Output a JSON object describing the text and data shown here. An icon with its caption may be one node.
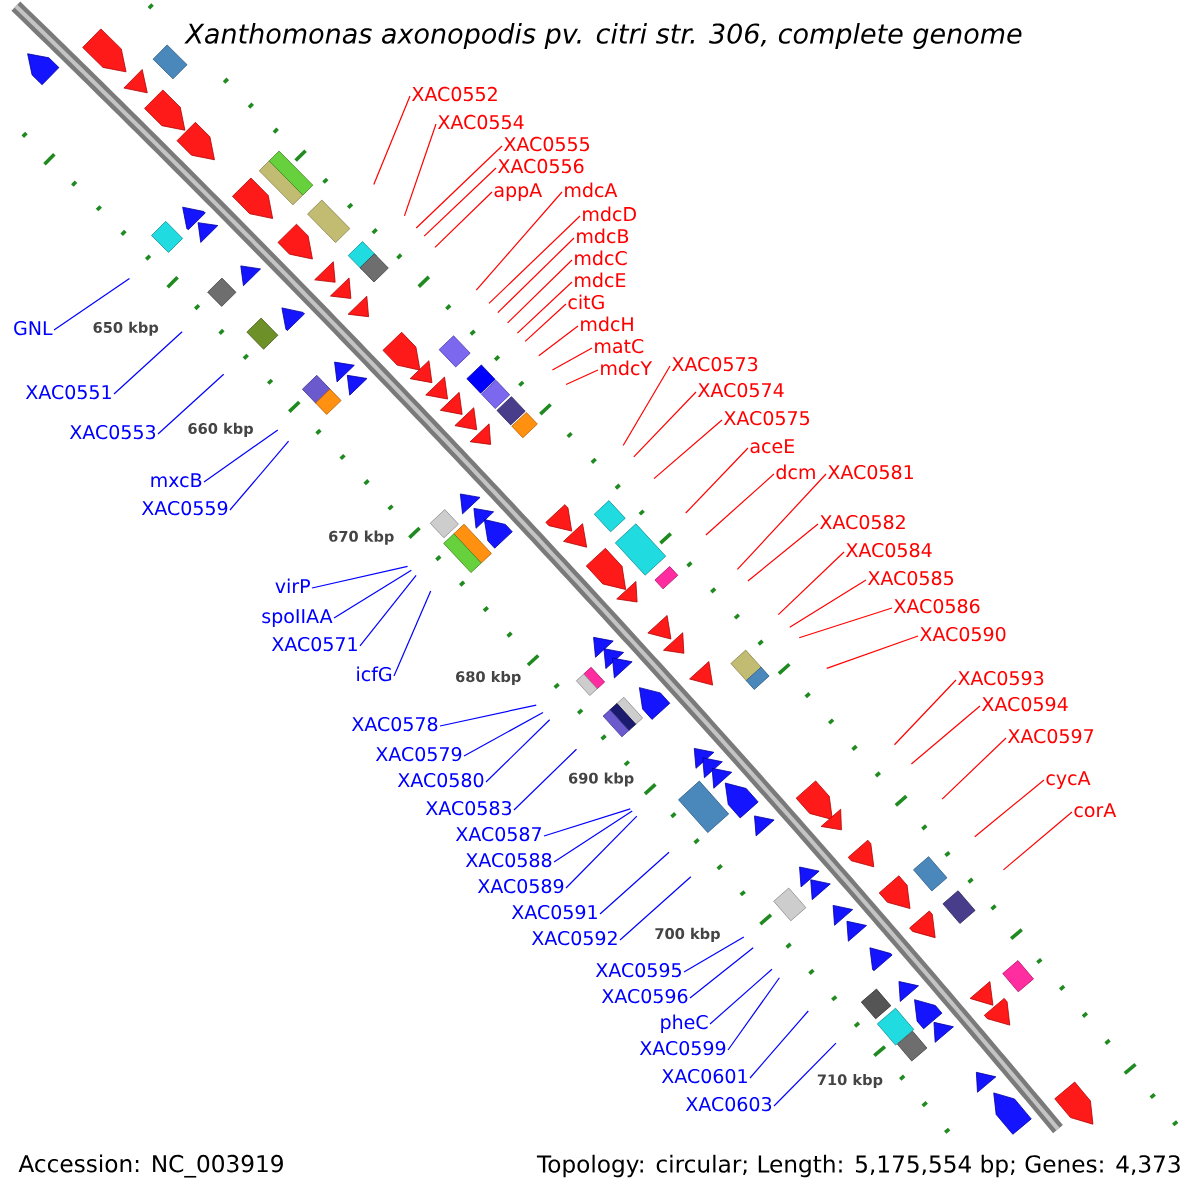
{
  "diagram": {
    "title": "Xanthomonas axonopodis pv. citri str. 306, complete genome",
    "nodes": [
      {
        "text": [
          "XAC0552"
        ]
      },
      {
        "text": [
          "XAC0554"
        ]
      },
      {
        "text": [
          "XAC0555"
        ]
      },
      {
        "text": [
          "XAC0556"
        ]
      },
      {
        "text": [
          "appA"
        ]
      },
      {
        "text": [
          "mdcA"
        ]
      },
      {
        "text": [
          "mdcD"
        ]
      },
      {
        "text": [
          "mdcB"
        ]
      },
      {
        "text": [
          "mdcC"
        ]
      },
      {
        "text": [
          "mdcE"
        ]
      },
      {
        "text": [
          "citG"
        ]
      },
      {
        "text": [
          "mdcH"
        ]
      },
      {
        "text": [
          "GNL"
        ]
      },
      {
        "text": [
          "matC"
        ]
      },
      {
        "text": [
          "mdcY"
        ]
      },
      {
        "text": [
          "XAC0573"
        ]
      },
      {
        "text": [
          "XAC0551"
        ]
      },
      {
        "text": [
          "XAC0574"
        ]
      },
      {
        "text": [
          "XAC0575"
        ]
      },
      {
        "text": [
          "XAC0553"
        ]
      },
      {
        "text": [
          "aceE"
        ]
      },
      {
        "text": [
          "dcm"
        ]
      },
      {
        "text": [
          "XAC0581"
        ]
      },
      {
        "text": [
          "mxcB"
        ]
      },
      {
        "text": [
          "XAC0559"
        ]
      },
      {
        "text": [
          "XAC0582"
        ]
      },
      {
        "text": [
          "XAC0584"
        ]
      },
      {
        "text": [
          "XAC0585"
        ]
      },
      {
        "text": [
          "virP"
        ]
      },
      {
        "text": [
          "XAC0586"
        ]
      },
      {
        "text": [
          "spoIIAA"
        ]
      },
      {
        "text": [
          "XAC0590"
        ]
      },
      {
        "text": [
          "XAC0571"
        ]
      },
      {
        "text": [
          "icfG"
        ]
      },
      {
        "text": [
          "XAC0593"
        ]
      },
      {
        "text": [
          "XAC0594"
        ]
      },
      {
        "text": [
          "XAC0578"
        ]
      },
      {
        "text": [
          "XAC0597"
        ]
      },
      {
        "text": [
          "XAC0579"
        ]
      },
      {
        "text": [
          "XAC0580"
        ]
      },
      {
        "text": [
          "cycA"
        ]
      },
      {
        "text": [
          "XAC0583"
        ]
      },
      {
        "text": [
          "corA"
        ]
      },
      {
        "text": [
          "XAC0587"
        ]
      },
      {
        "text": [
          "XAC0588"
        ]
      },
      {
        "text": [
          "XAC0589"
        ]
      },
      {
        "text": [
          "XAC0591"
        ]
      },
      {
        "text": [
          "XAC0592"
        ]
      },
      {
        "text": [
          "XAC0595"
        ]
      },
      {
        "text": [
          "XAC0596"
        ]
      },
      {
        "text": [
          "pheC"
        ]
      },
      {
        "text": [
          "XAC0599"
        ]
      },
      {
        "text": [
          "XAC0601"
        ]
      },
      {
        "text": [
          "XAC0603"
        ]
      }
    ],
    "edges": [
      {
        "from": 0,
        "to": null,
        "arrow": "none"
      },
      {
        "from": 1,
        "to": null,
        "arrow": "none"
      },
      {
        "from": 2,
        "to": null,
        "arrow": "none"
      },
      {
        "from": 3,
        "to": null,
        "arrow": "none"
      },
      {
        "from": 4,
        "to": null,
        "arrow": "none"
      },
      {
        "from": 5,
        "to": null,
        "arrow": "none"
      },
      {
        "from": 6,
        "to": null,
        "arrow": "none"
      },
      {
        "from": 7,
        "to": null,
        "arrow": "none"
      },
      {
        "from": 8,
        "to": null,
        "arrow": "none"
      },
      {
        "from": 9,
        "to": null,
        "arrow": "none"
      },
      {
        "from": 10,
        "to": null,
        "arrow": "none"
      },
      {
        "from": 11,
        "to": null,
        "arrow": "none"
      },
      {
        "from": 12,
        "to": null,
        "arrow": "none",
        "color": "#0000ff"
      },
      {
        "from": 13,
        "to": null,
        "arrow": "none"
      },
      {
        "from": 14,
        "to": null,
        "arrow": "none"
      },
      {
        "from": 15,
        "to": null,
        "arrow": "none"
      },
      {
        "from": 16,
        "to": null,
        "arrow": "none",
        "color": "#0000ff"
      },
      {
        "from": 17,
        "to": null,
        "arrow": "none"
      },
      {
        "from": 18,
        "to": null,
        "arrow": "none"
      },
      {
        "from": 19,
        "to": null,
        "arrow": "none",
        "color": "#0000ff"
      },
      {
        "from": 20,
        "to": null,
        "arrow": "none"
      },
      {
        "from": 21,
        "to": null,
        "arrow": "none"
      },
      {
        "from": 22,
        "to": null,
        "arrow": "none"
      },
      {
        "from": 23,
        "to": null,
        "arrow": "none",
        "color": "#0000ff"
      },
      {
        "from": 24,
        "to": null,
        "arrow": "none",
        "color": "#0000ff"
      },
      {
        "from": 25,
        "to": null,
        "arrow": "none"
      },
      {
        "from": 26,
        "to": null,
        "arrow": "none"
      },
      {
        "from": 27,
        "to": null,
        "arrow": "none"
      },
      {
        "from": 28,
        "to": null,
        "arrow": "none",
        "color": "#0000ff"
      },
      {
        "from": 29,
        "to": null,
        "arrow": "none"
      },
      {
        "from": 30,
        "to": null,
        "arrow": "none",
        "color": "#0000ff"
      },
      {
        "from": 31,
        "to": null,
        "arrow": "none"
      },
      {
        "from": 32,
        "to": null,
        "arrow": "none",
        "color": "#0000ff"
      },
      {
        "from": 33,
        "to": null,
        "arrow": "none",
        "color": "#0000ff"
      },
      {
        "from": 34,
        "to": null,
        "arrow": "none"
      },
      {
        "from": 35,
        "to": null,
        "arrow": "none"
      },
      {
        "from": 36,
        "to": null,
        "arrow": "none",
        "color": "#0000ff"
      },
      {
        "from": 37,
        "to": null,
        "arrow": "none"
      },
      {
        "from": 38,
        "to": null,
        "arrow": "none",
        "color": "#0000ff"
      },
      {
        "from": 39,
        "to": null,
        "arrow": "none",
        "color": "#0000ff"
      },
      {
        "from": 40,
        "to": null,
        "arrow": "none"
      },
      {
        "from": 41,
        "to": null,
        "arrow": "none",
        "color": "#0000ff"
      },
      {
        "from": 42,
        "to": null,
        "arrow": "none"
      },
      {
        "from": 43,
        "to": null,
        "arrow": "none",
        "color": "#0000ff"
      },
      {
        "from": 44,
        "to": null,
        "arrow": "none",
        "color": "#0000ff"
      },
      {
        "from": 45,
        "to": null,
        "arrow": "none",
        "color": "#0000ff"
      },
      {
        "from": 46,
        "to": null,
        "arrow": "none",
        "color": "#0000ff"
      },
      {
        "from": 47,
        "to": null,
        "arrow": "none",
        "color": "#0000ff"
      },
      {
        "from": 48,
        "to": null,
        "arrow": "none",
        "color": "#0000ff"
      },
      {
        "from": 49,
        "to": null,
        "arrow": "none",
        "color": "#0000ff"
      },
      {
        "from": 50,
        "to": null,
        "arrow": "none",
        "color": "#0000ff"
      },
      {
        "from": 51,
        "to": null,
        "arrow": "none",
        "color": "#0000ff"
      },
      {
        "from": 52,
        "to": null,
        "arrow": "none",
        "color": "#0000ff"
      },
      {
        "from": 53,
        "to": null,
        "arrow": "none",
        "color": "#0000ff"
      }
    ],
    "labels": [
      "650 kbp",
      "660 kbp",
      "670 kbp",
      "680 kbp",
      "690 kbp",
      "700 kbp",
      "710 kbp",
      "Accession: NC_003919",
      "Topology: circular; Length: 5,175,554 bp; Genes: 4,373"
    ]
  }
}
